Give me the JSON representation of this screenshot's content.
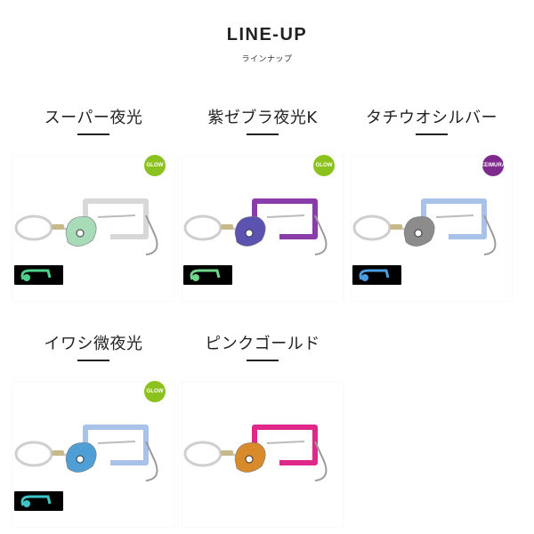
{
  "header": {
    "title": "LINE-UP",
    "subtitle": "ラインナップ"
  },
  "products": [
    {
      "name": "スーパー夜光",
      "badge": "GLOW",
      "badge_color": "#8cc21d",
      "frame_color": "#d8d8d8",
      "head_color": "#a8dcb8",
      "glow_color": "#4fd08a"
    },
    {
      "name": "紫ゼブラ夜光K",
      "badge": "GLOW",
      "badge_color": "#8cc21d",
      "frame_color": "#8a3cab",
      "head_color": "#5c52b0",
      "glow_color": "#6fd58a"
    },
    {
      "name": "タチウオシルバー",
      "badge": "KEIMURA",
      "badge_color": "#7e2a8f",
      "frame_color": "#a9c2ea",
      "head_color": "#8c8c8c",
      "glow_color": "#4a9de0"
    },
    {
      "name": "イワシ微夜光",
      "badge": "GLOW",
      "badge_color": "#8cc21d",
      "frame_color": "#a9c2ea",
      "head_color": "#4f9ed6",
      "glow_color": "#3ec3c8"
    },
    {
      "name": "ピンクゴールド",
      "badge": "",
      "badge_color": "",
      "frame_color": "#e0288a",
      "head_color": "#d98a2a",
      "glow_color": ""
    }
  ]
}
